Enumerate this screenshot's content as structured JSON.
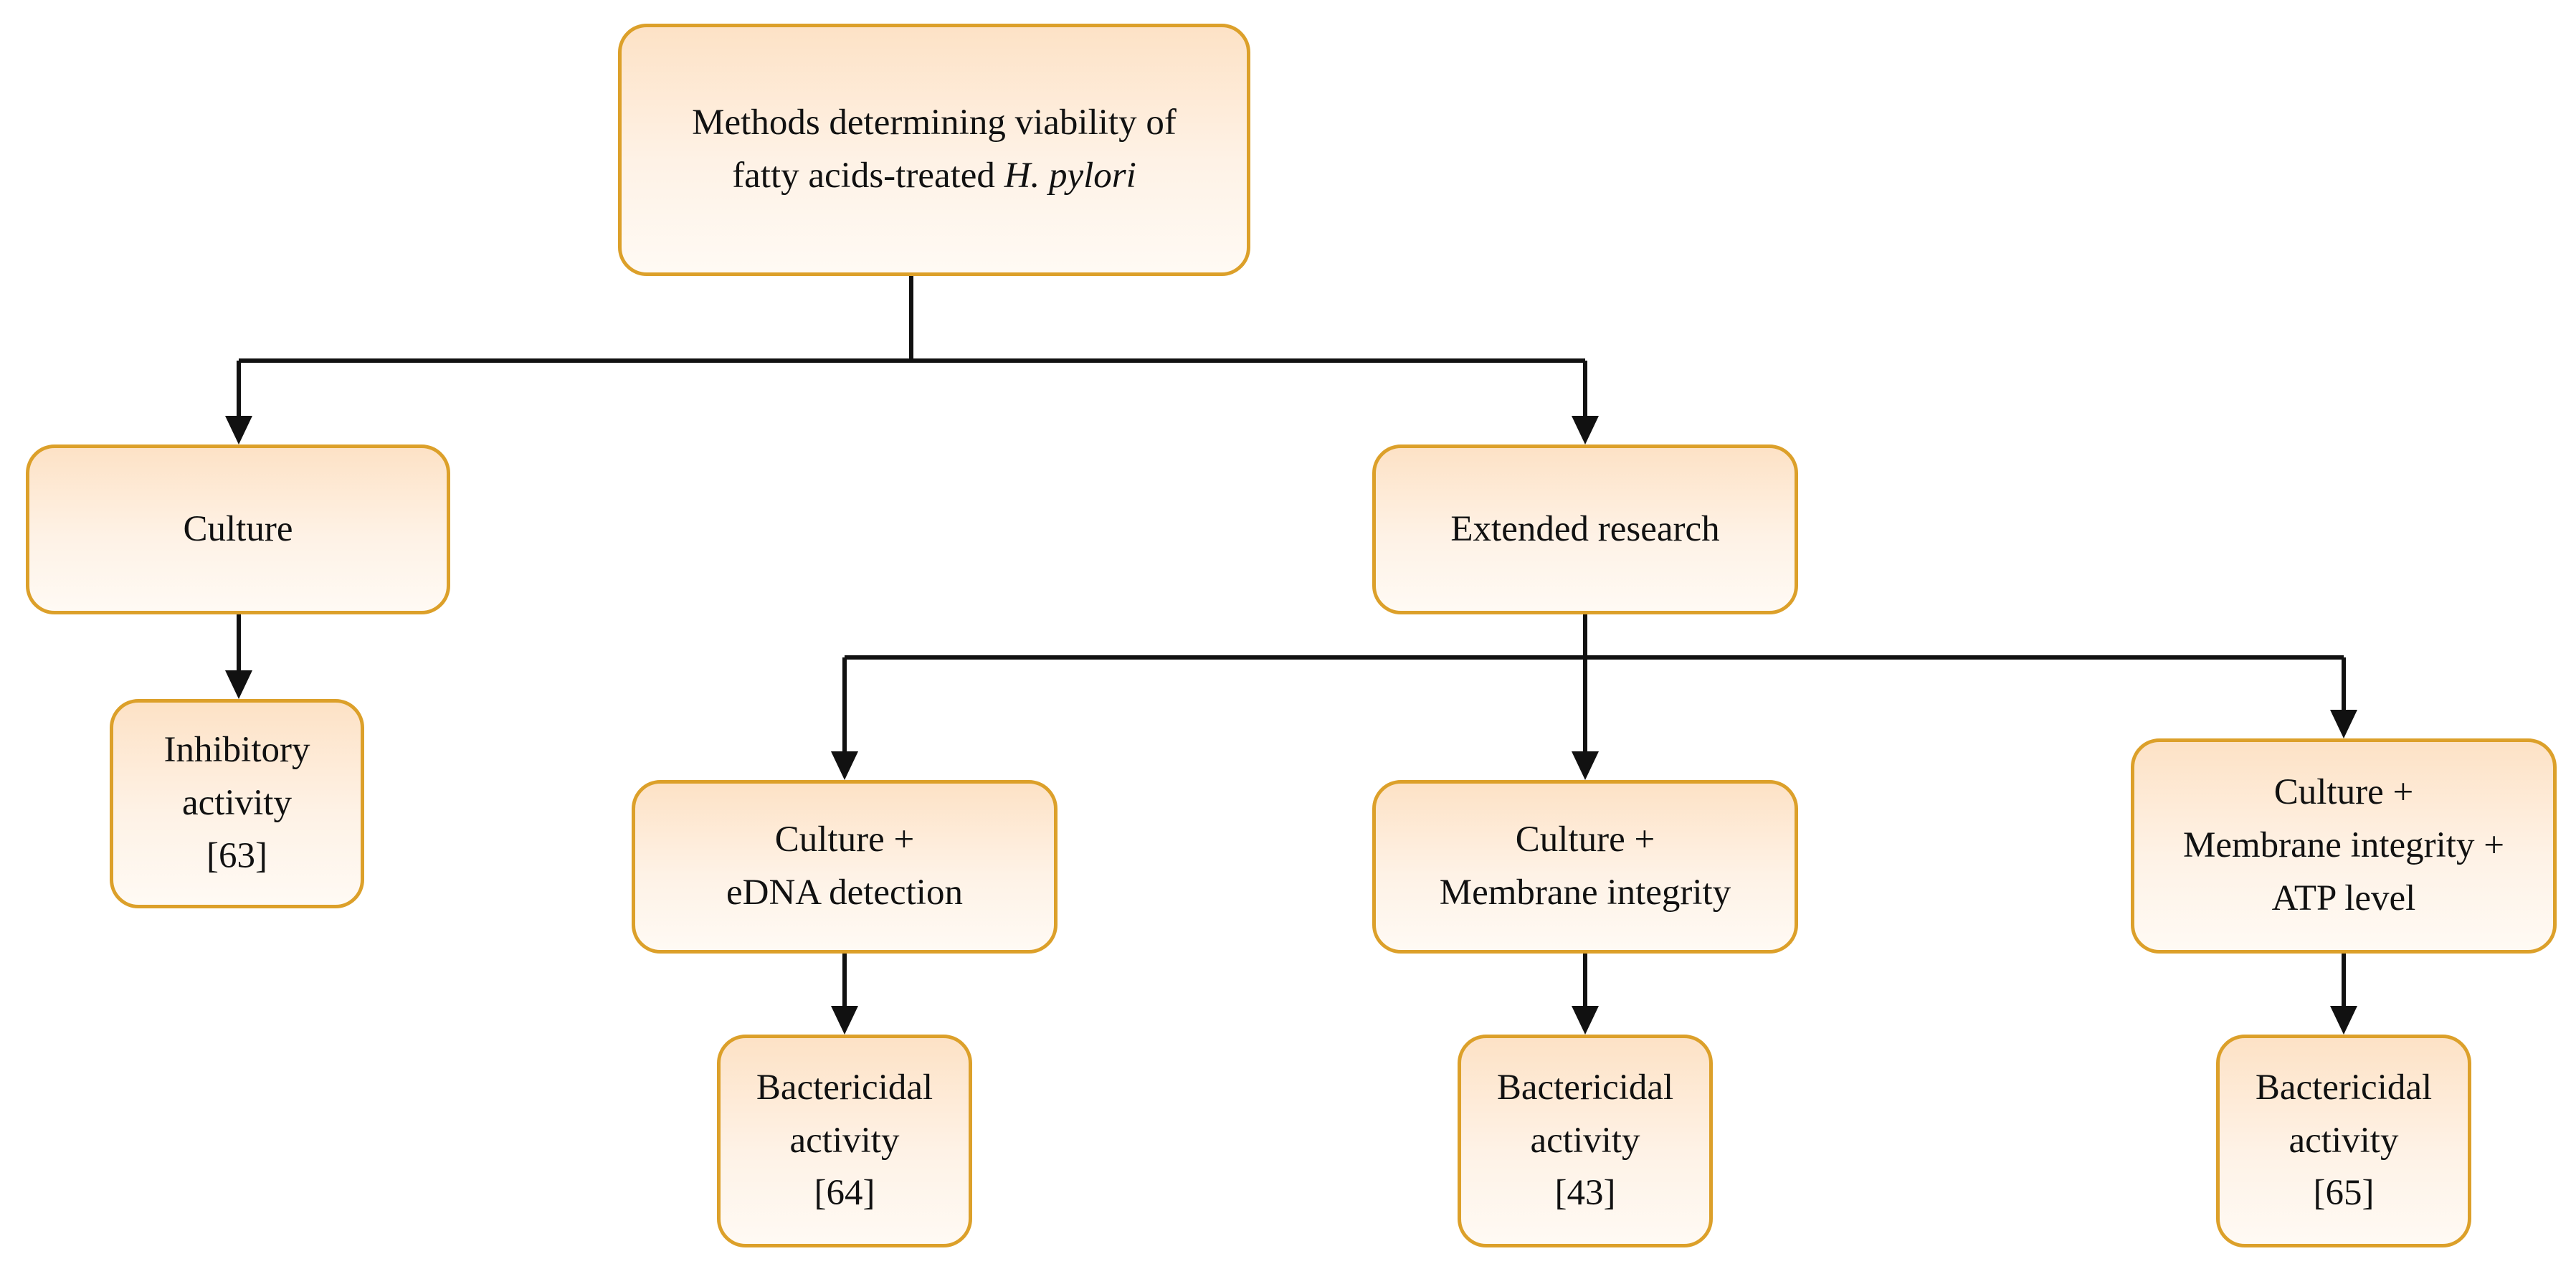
{
  "diagram": {
    "root": {
      "lines": [
        "Methods determining viability of"
      ],
      "line2_prefix": "fatty acids-treated ",
      "line2_italic": "H. pylori"
    },
    "culture": {
      "label": "Culture"
    },
    "extended": {
      "label": "Extended research"
    },
    "inhibitory": {
      "lines": [
        "Inhibitory",
        "activity",
        "[63]"
      ]
    },
    "edna": {
      "lines": [
        "Culture +",
        "eDNA detection"
      ]
    },
    "membrane": {
      "lines": [
        "Culture +",
        "Membrane integrity"
      ]
    },
    "atp": {
      "lines": [
        "Culture +",
        "Membrane integrity +",
        "ATP level"
      ]
    },
    "bact64": {
      "lines": [
        "Bactericidal",
        "activity",
        "[64]"
      ]
    },
    "bact43": {
      "lines": [
        "Bactericidal",
        "activity",
        "[43]"
      ]
    },
    "bact65": {
      "lines": [
        "Bactericidal",
        "activity",
        "[65]"
      ]
    }
  },
  "colors": {
    "border": "#dca02a",
    "fill_top": "#fde2c6",
    "fill_bottom": "#fffaf4",
    "line": "#111111"
  }
}
